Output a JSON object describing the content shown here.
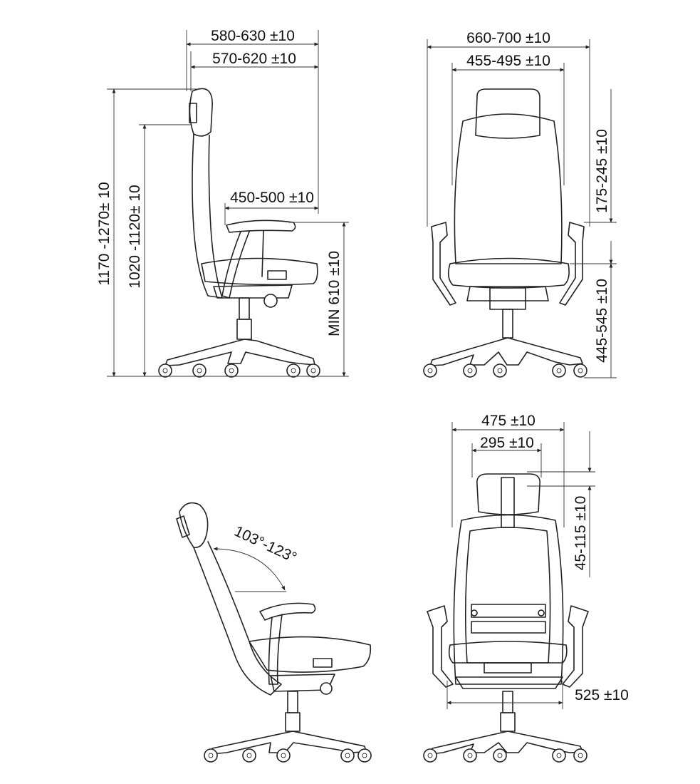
{
  "views": {
    "side": {
      "overall_depth": "580-630 ±10",
      "seat_depth_with_back": "570-620 ±10",
      "overall_height": "1170 -1270± 10",
      "back_height": "1020 -1120± 10",
      "arm_to_front": "450-500 ±10",
      "arm_height": "MIN 610 ±10"
    },
    "front": {
      "overall_width": "660-700 ±10",
      "back_width": "455-495 ±10",
      "arm_above_seat": "175-245 ±10",
      "seat_height": "445-545 ±10"
    },
    "recline": {
      "angle": "103°-123°"
    },
    "rear": {
      "seat_width": "475 ±10",
      "headrest_width": "295 ±10",
      "headrest_adjust": "45-115 ±10",
      "base_width": "525 ±10"
    }
  }
}
